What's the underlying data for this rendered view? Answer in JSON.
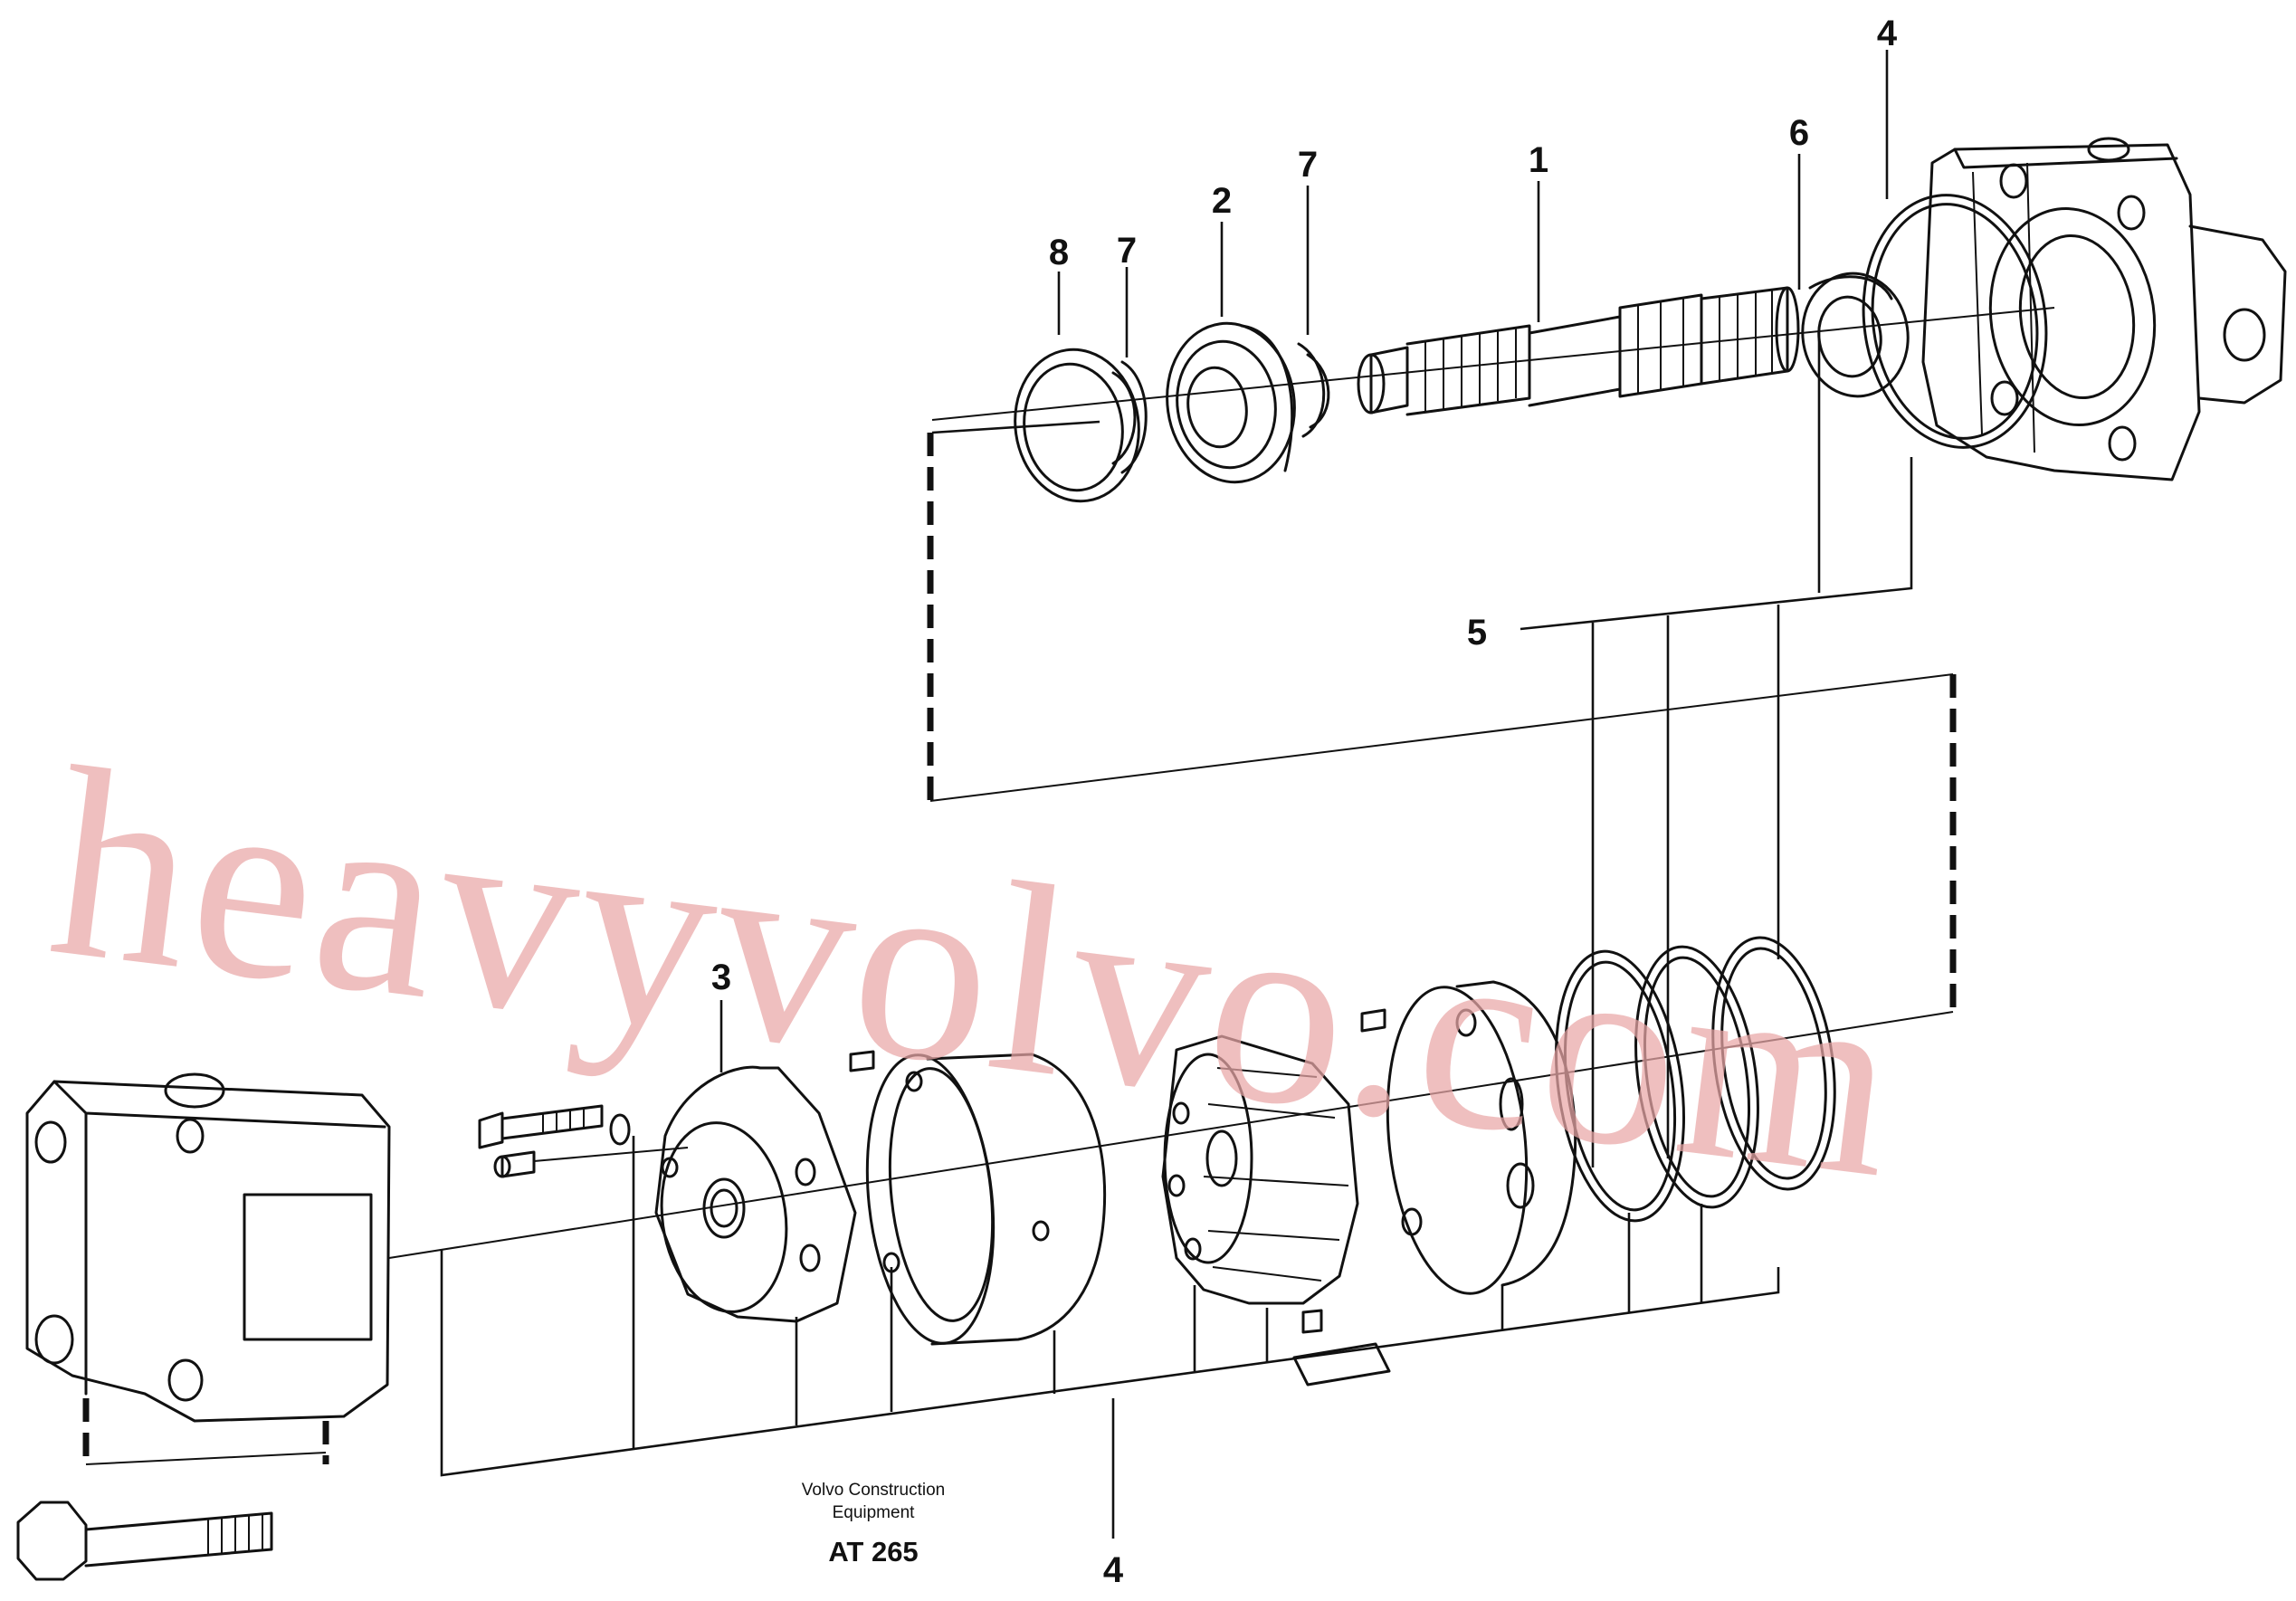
{
  "diagram": {
    "callouts": {
      "c1": "1",
      "c2": "2",
      "c3": "3",
      "c4_top": "4",
      "c4_bottom": "4",
      "c5": "5",
      "c6": "6",
      "c7_left": "7",
      "c7_right": "7",
      "c8": "8"
    },
    "caption": {
      "line1": "Volvo Construction",
      "line2": "Equipment",
      "code": "AT 265"
    },
    "watermark": "heavyvolvo.com",
    "colors": {
      "ink": "#111111",
      "watermark": "#e9a7a7",
      "background": "#ffffff"
    }
  }
}
